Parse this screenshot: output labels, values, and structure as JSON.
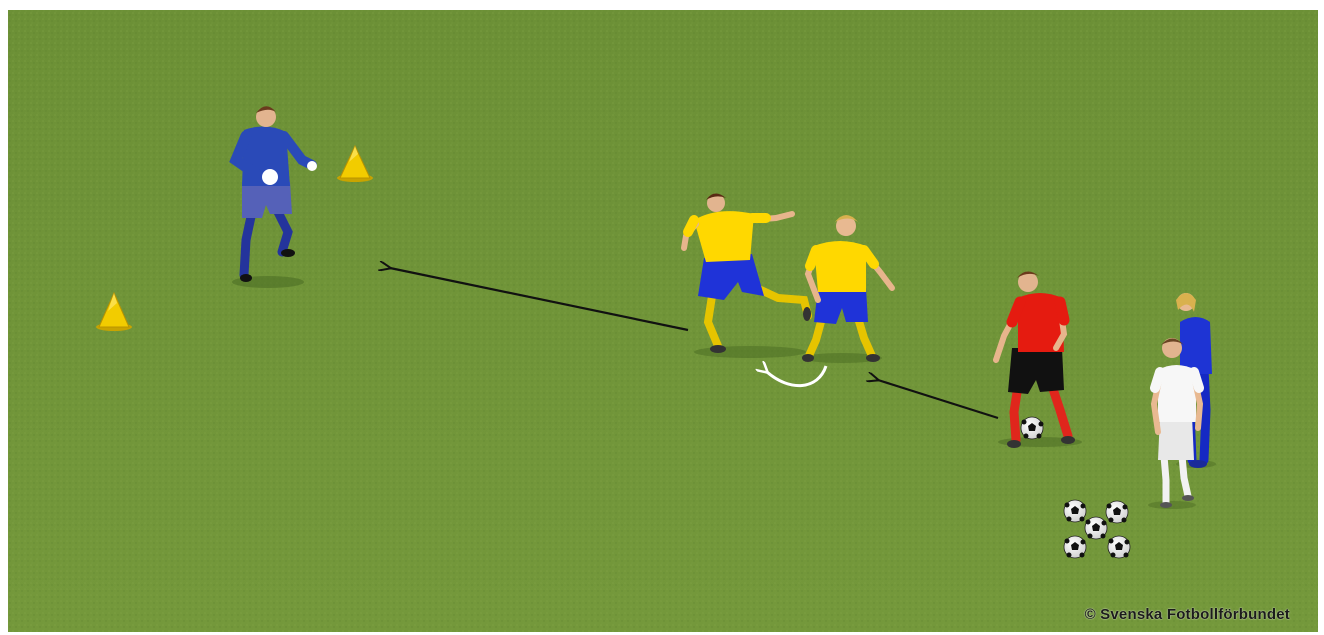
{
  "credit": "© Svenska Fotbollförbundet",
  "colors": {
    "grass": "#6f9338",
    "grass_dark": "#5f8330",
    "cone": "#e8c200",
    "yellow_shirt": "#ffd800",
    "blue_shorts": "#1c2fd6",
    "red_shirt": "#e3190f",
    "keeper_blue": "#2546b8",
    "arrow": "#111111",
    "white_arrow": "#ffffff"
  },
  "icons": [
    "cone-icon",
    "ball-icon",
    "player-figure",
    "arrow"
  ]
}
